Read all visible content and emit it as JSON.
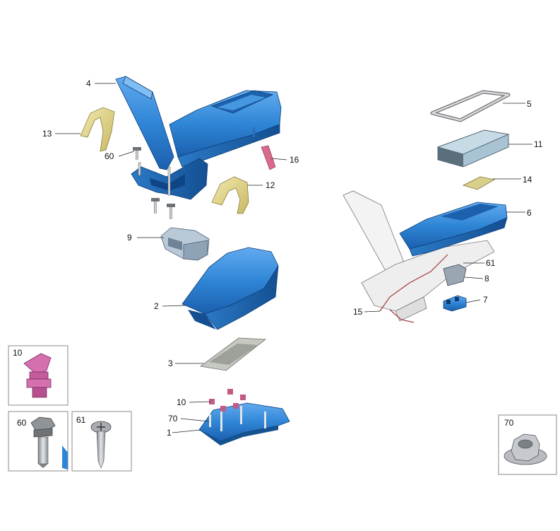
{
  "callouts": [
    {
      "id": "c1",
      "text": "1"
    },
    {
      "id": "c2",
      "text": "2"
    },
    {
      "id": "c3",
      "text": "3"
    },
    {
      "id": "c4",
      "text": "4"
    },
    {
      "id": "c5",
      "text": "5"
    },
    {
      "id": "c6",
      "text": "6"
    },
    {
      "id": "c7",
      "text": "7"
    },
    {
      "id": "c8",
      "text": "8"
    },
    {
      "id": "c9",
      "text": "9"
    },
    {
      "id": "c10",
      "text": "10"
    },
    {
      "id": "c11",
      "text": "11"
    },
    {
      "id": "c12",
      "text": "12"
    },
    {
      "id": "c13",
      "text": "13"
    },
    {
      "id": "c14",
      "text": "14"
    },
    {
      "id": "c15",
      "text": "15"
    },
    {
      "id": "c16",
      "text": "16"
    },
    {
      "id": "c60",
      "text": "60"
    },
    {
      "id": "c61",
      "text": "61"
    },
    {
      "id": "c70",
      "text": "70"
    }
  ],
  "detail_boxes": [
    {
      "id": "d10",
      "text": "10"
    },
    {
      "id": "d60",
      "text": "60"
    },
    {
      "id": "d61",
      "text": "61"
    },
    {
      "id": "d70",
      "text": "70"
    }
  ],
  "colors": {
    "part_blue": "#2f86d6",
    "part_blue_dark": "#1a5ea8",
    "part_blue_light": "#6fb2ea",
    "bracket_yellow": "#e2d68c",
    "mat_gray": "#b6b8b2",
    "ghost_white": "#f2f2f2",
    "clip_pink": "#d56fae",
    "metal_gray": "#a9adb2",
    "wire_red": "#a33a3a"
  }
}
